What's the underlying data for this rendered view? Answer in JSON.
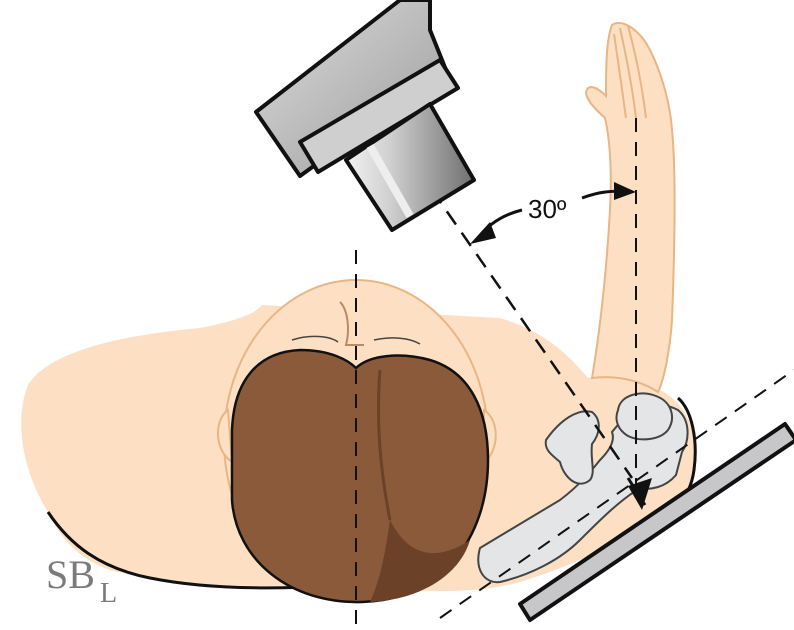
{
  "angle_label": "30º",
  "position_label": {
    "main": "SB",
    "subscript": "L"
  },
  "colors": {
    "skin": "#fde0c4",
    "skin_outline": "#e8b585",
    "hair": "#8a5a3a",
    "hair_dark": "#6b4228",
    "bone": "#e4e5e7",
    "receptor": "#c7c7c9",
    "tube_light": "#d9d9d9",
    "tube_dark": "#7a7a7a",
    "line": "#111111"
  }
}
